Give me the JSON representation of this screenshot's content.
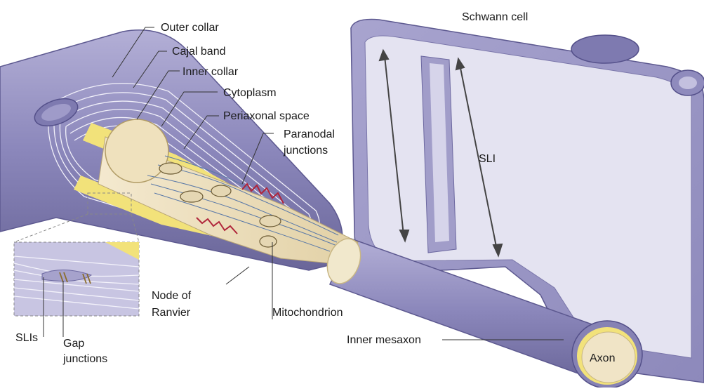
{
  "labels": {
    "outer_collar": "Outer collar",
    "cajal_band": "Cajal band",
    "inner_collar": "Inner collar",
    "cytoplasm": "Cytoplasm",
    "periaxonal_space": "Periaxonal space",
    "paranodal_line1": "Paranodal",
    "paranodal_line2": "junctions",
    "schwann_cell": "Schwann cell",
    "sli": "SLI",
    "node_line1": "Node of",
    "node_line2": "Ranvier",
    "mitochondrion": "Mitochondrion",
    "inner_mesaxon": "Inner mesaxon",
    "axon": "Axon",
    "slis": "SLIs",
    "gap_line1": "Gap",
    "gap_line2": "junctions"
  },
  "colors": {
    "membrane_dark": "#6e6a9e",
    "membrane_mid": "#9b97c4",
    "membrane_light": "#cfcde6",
    "schwann_fill": "#e6e5f2",
    "axoplasm": "#efe2c4",
    "periaxonal_yellow": "#f2e27a",
    "junction_red": "#b0243a",
    "inset_border": "#888888"
  }
}
